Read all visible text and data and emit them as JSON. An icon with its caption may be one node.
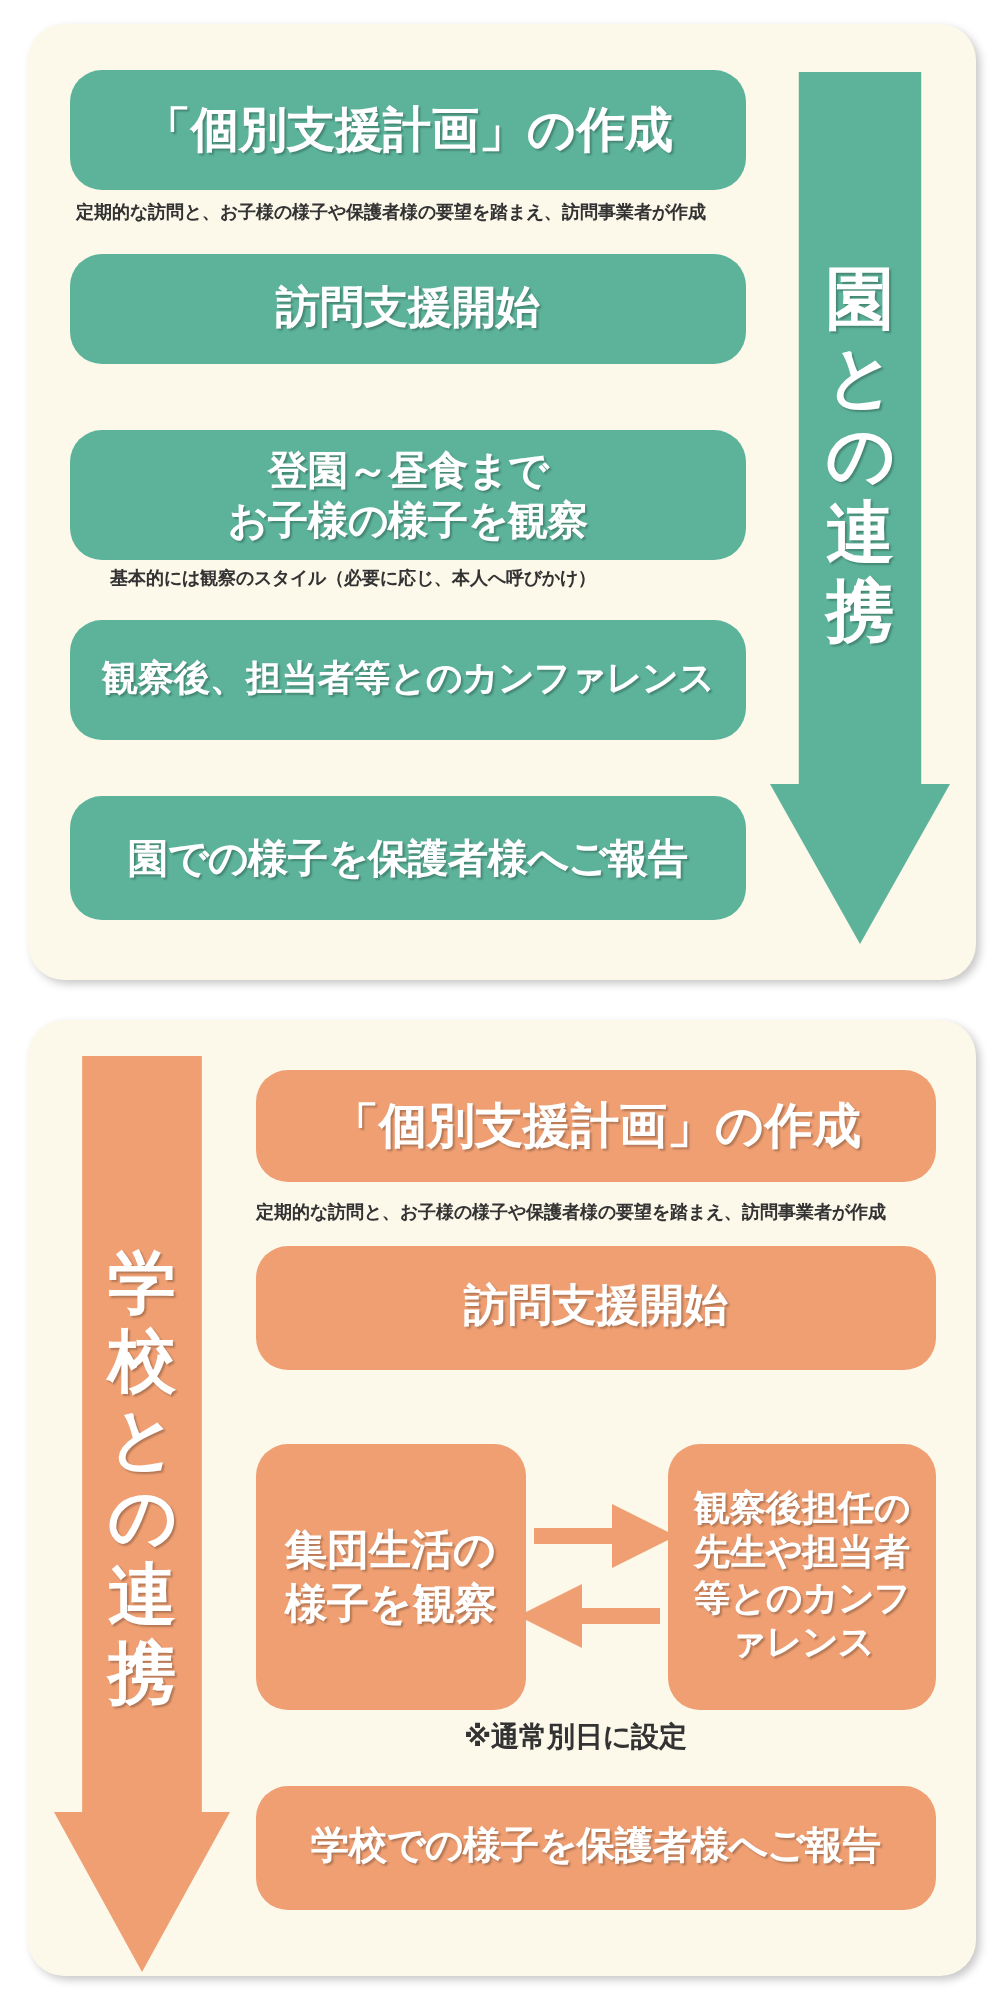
{
  "diagram": {
    "nodes": [
      {
        "text": [
          "「個別支援計画」の作成"
        ],
        "beside": [
          "定期的な訪問と、お子様の様子や保護者様の要望を踏まえ、訪問事業者が作成"
        ]
      },
      {
        "text": [
          "訪問支援開始"
        ]
      },
      {
        "text": [
          "登園～昼食までお子様の様子を観察"
        ],
        "beside": [
          "基本的には観察のスタイル（必要に応じ、本人へ呼びかけ）"
        ]
      },
      {
        "text": [
          "観察後、担当者等とのカンファレンス"
        ]
      },
      {
        "text": [
          "園での様子を保護者様へご報告"
        ]
      },
      {
        "text": [
          "園との連携"
        ]
      },
      {
        "text": [
          "「個別支援計画」の作成"
        ],
        "beside": [
          "定期的な訪問と、お子様の様子や保護者様の要望を踏まえ、訪問事業者が作成"
        ]
      },
      {
        "text": [
          "訪問支援開始"
        ]
      },
      {
        "text": [
          "集団生活の様子を観察"
        ]
      },
      {
        "text": [
          "観察後担任の先生や担当者等とのカンファレンス"
        ]
      },
      {
        "text": [
          "学校での様子を保護者様へご報告"
        ]
      },
      {
        "text": [
          "学校との連携"
        ]
      }
    ],
    "edges": [
      {
        "from": 8,
        "to": 9,
        "arrow": "to"
      },
      {
        "from": 9,
        "to": 8,
        "arrow": "to"
      }
    ],
    "labels": [
      "※通常別日に設定"
    ]
  }
}
